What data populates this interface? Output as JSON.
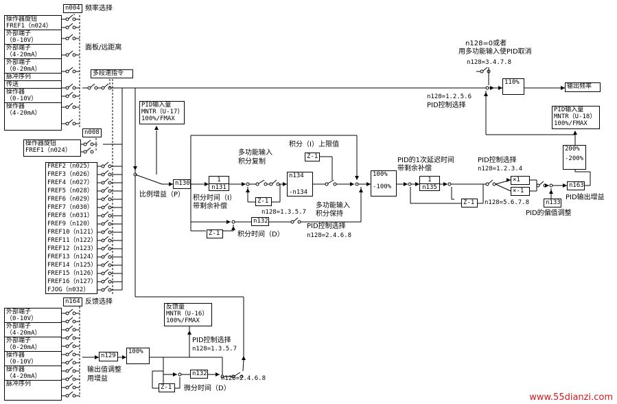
{
  "freq_select": {
    "param": "n004",
    "title": "频率选择"
  },
  "sources": [
    "操作器旋钮",
    "FREF1（n024）",
    "外部端子",
    "（0-10V）",
    "外部端子",
    "（4-20mA）",
    "外部端子",
    "（0-20mA）",
    "脉冲序列",
    "传送",
    "操作器",
    "（0-10V）",
    "操作器",
    "（4-20mA）"
  ],
  "panel_remote": "面板/远距离",
  "multi_speed": "多段速指令",
  "n008": {
    "param": "n008",
    "items": [
      "操作器旋钮",
      "FREF1（n024）"
    ]
  },
  "fref_list": [
    "FREF2（n025）",
    "FREF3（n026）",
    "FREF4（n027）",
    "FREF5（n028）",
    "FREF6（n029）",
    "FREF7（n030）",
    "FREF8（n031）",
    "FREF9（n120）",
    "FREF10（n121）",
    "FREF11（n122）",
    "FREF12（n123）",
    "FREF13（n124）",
    "FREF14（n125）",
    "FREF15（n126）",
    "FREF16（n127）",
    "FJOG（n032）"
  ],
  "pid_input_top": {
    "title": "PID输入量",
    "line2": "MNTR（U-17）",
    "line3": "100%/FMAX"
  },
  "pid_input_right": {
    "title": "PID输入量",
    "line2": "MNTR（U-18）",
    "line3": "100%/FMAX"
  },
  "feedback_amount": {
    "title": "反馈量",
    "line2": "MNTR（U-16）",
    "line3": "100%/FMAX"
  },
  "pid_cancel": {
    "line1": "n128=0或者",
    "line2": "用多功能输入使PID取消",
    "line3": "n128=3.4.7.8"
  },
  "pid_ctrl_sel_top": {
    "line1": "n128=1.2.5.6",
    "line2": "PID控制选择"
  },
  "limit_110": "110%",
  "output_freq": "输出频率",
  "limit_200": "200%",
  "limit_m200": "-200%",
  "proportional_gain": "比例增益（P）",
  "n130": "n130",
  "integral": {
    "num": "1",
    "den": "n131",
    "time_label": "积分时间（I）",
    "carry": "带剩余补偿"
  },
  "mf_integral_copy": {
    "line1": "多功能输入",
    "line2": "积分复制"
  },
  "integral_upper": "积分（I）上限值",
  "z1": "Z-1",
  "n134": {
    "top": "n134",
    "bottom": "-n134"
  },
  "n128_1357": "n128=1.3.5.7",
  "mf_integral_hold": {
    "line1": "多功能输入",
    "line2": "积分保持"
  },
  "n132": "n132",
  "deriv_time": "积分时间（D）",
  "pid_ctrl_sel_mid": {
    "line1": "PID控制选择",
    "line2": "n128=2.4.6.8"
  },
  "limit_100": "100%",
  "limit_m100": "-100%",
  "pid_delay": {
    "line1": "PID的1次延迟时间",
    "line2": "带剩余补偿",
    "num": "1",
    "den": "n135"
  },
  "pid_ctrl_sel_right": {
    "line1": "PID控制选择",
    "line2": "n128=1.2.3.4",
    "line3": "n128=5.6.7.8"
  },
  "x1": "×1",
  "xm1": "×-1",
  "n133": "n133",
  "bias_adjust": "PID的偏值调整",
  "n163": "n163",
  "pid_out_gain": "PID输出增益",
  "feedback_select": {
    "param": "n164",
    "title": "反馈选择"
  },
  "fb_sources": [
    "外部端子",
    "（0-10V）",
    "外部端子",
    "（4-20mA）",
    "外部端子",
    "（0-20mA）",
    "操作器",
    "（0-10V）",
    "操作器",
    "（4-20mA）",
    "脉冲序列"
  ],
  "n129": "n129",
  "fb_100": "100%",
  "out_adjust": {
    "line1": "输出值调整",
    "line2": "用增益"
  },
  "pid_ctrl_sel_bottom": {
    "line1": "PID控制选择",
    "line2": "n128=1.3.5.7",
    "line3": "n128=2.4.6.8"
  },
  "deriv_time_bottom": "微分时间（D）",
  "watermark": "www.55dianzi.com"
}
